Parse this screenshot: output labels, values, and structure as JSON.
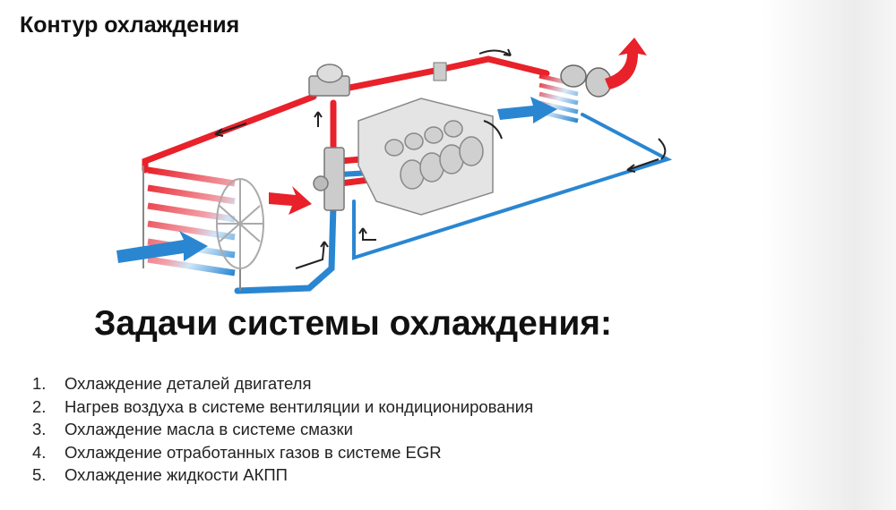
{
  "slide": {
    "title": "Контур охлаждения",
    "heading": "Задачи системы охлаждения:",
    "tasks": [
      {
        "num": "1.",
        "text": "Охлаждение деталей двигателя"
      },
      {
        "num": "2.",
        "text": "Нагрев воздуха в системе вентиляции и кондиционирования"
      },
      {
        "num": "3.",
        "text": "Охлаждение масла в системе смазки"
      },
      {
        "num": "4.",
        "text": "Охлаждение отработанных газов в системе EGR"
      },
      {
        "num": "5.",
        "text": "Охлаждение жидкости АКПП"
      }
    ]
  },
  "colors": {
    "hot": "#e8212a",
    "cold": "#2a86d1",
    "text": "#111111"
  }
}
